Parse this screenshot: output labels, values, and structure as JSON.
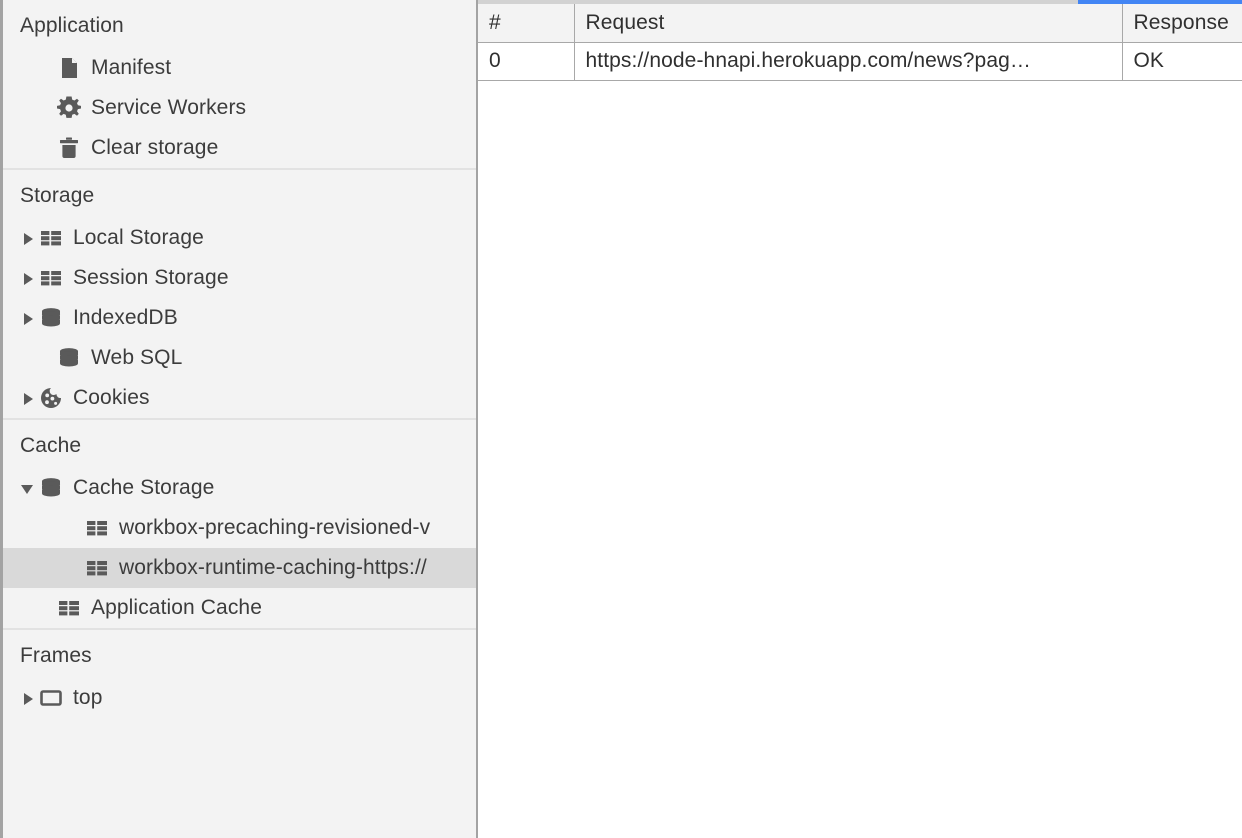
{
  "panel": {
    "name": "Chrome DevTools Application panel"
  },
  "sidebar": {
    "sections": [
      {
        "title": "Application",
        "items": [
          {
            "label": "Manifest",
            "icon": "document-icon",
            "twisty": "none",
            "indent": 2,
            "selected": false
          },
          {
            "label": "Service Workers",
            "icon": "gear-icon",
            "twisty": "none",
            "indent": 2,
            "selected": false
          },
          {
            "label": "Clear storage",
            "icon": "trash-icon",
            "twisty": "none",
            "indent": 2,
            "selected": false
          }
        ]
      },
      {
        "title": "Storage",
        "items": [
          {
            "label": "Local Storage",
            "icon": "table-icon",
            "twisty": "closed",
            "indent": 1,
            "selected": false
          },
          {
            "label": "Session Storage",
            "icon": "table-icon",
            "twisty": "closed",
            "indent": 1,
            "selected": false
          },
          {
            "label": "IndexedDB",
            "icon": "database-icon",
            "twisty": "closed",
            "indent": 1,
            "selected": false
          },
          {
            "label": "Web SQL",
            "icon": "database-icon",
            "twisty": "none",
            "indent": 2,
            "selected": false
          },
          {
            "label": "Cookies",
            "icon": "cookie-icon",
            "twisty": "closed",
            "indent": 1,
            "selected": false
          }
        ]
      },
      {
        "title": "Cache",
        "items": [
          {
            "label": "Cache Storage",
            "icon": "database-icon",
            "twisty": "open",
            "indent": 1,
            "selected": false
          },
          {
            "label": "workbox-precaching-revisioned-v",
            "icon": "table-icon",
            "twisty": "none",
            "indent": 3,
            "selected": false
          },
          {
            "label": "workbox-runtime-caching-https://",
            "icon": "table-icon",
            "twisty": "none",
            "indent": 3,
            "selected": true
          },
          {
            "label": "Application Cache",
            "icon": "table-icon",
            "twisty": "none",
            "indent": 2,
            "selected": false
          }
        ]
      },
      {
        "title": "Frames",
        "items": [
          {
            "label": "top",
            "icon": "frame-icon",
            "twisty": "closed",
            "indent": 1,
            "selected": false
          }
        ]
      }
    ]
  },
  "main": {
    "columns": [
      "#",
      "Request",
      "Response"
    ],
    "rows": [
      {
        "num": "0",
        "request": "https://node-hnapi.herokuapp.com/news?pag…",
        "response": "OK"
      }
    ]
  },
  "colors": {
    "accent": "#4285f4",
    "sidebar_bg": "#f3f3f3",
    "selected_row": "#d9d9d9",
    "text": "#3c3c3c",
    "icon": "#5a5a5a",
    "border": "#a8a8a8"
  }
}
